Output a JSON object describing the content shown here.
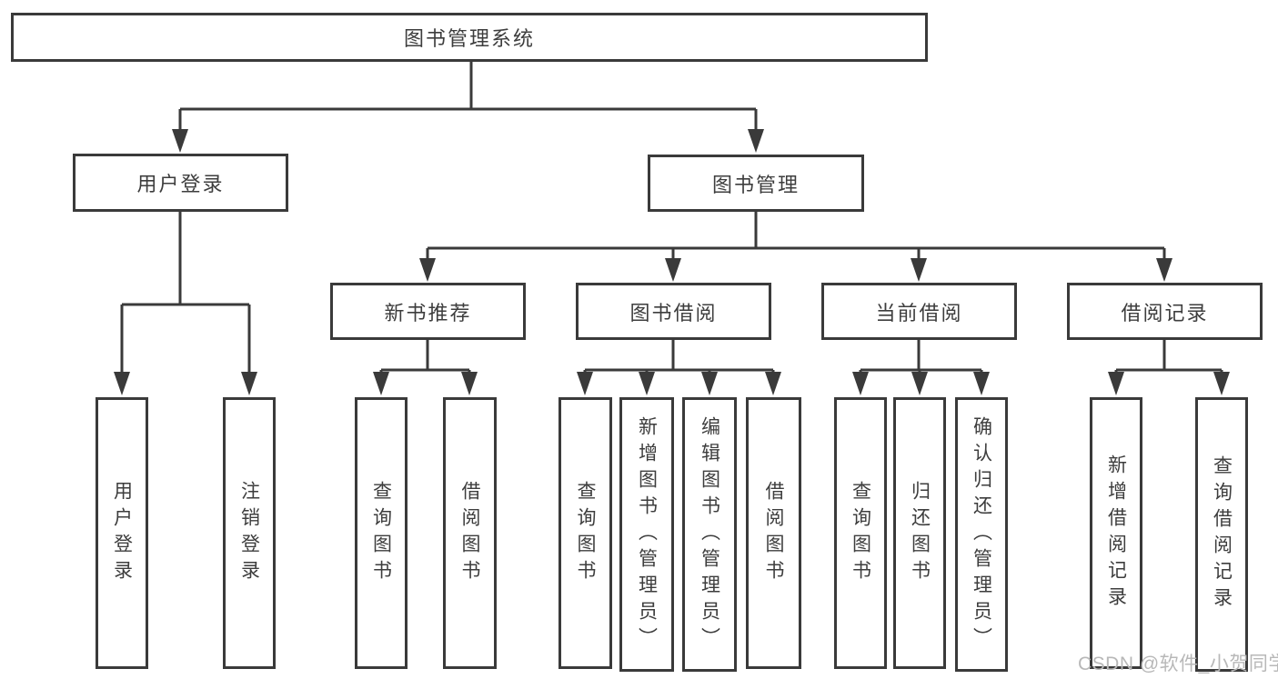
{
  "title": "图书管理系统",
  "colors": {
    "line": "#3a3a3a",
    "border": "#3a3a3a",
    "text": "#3d3d3d",
    "watermark": "#b8b8b8",
    "background": "#ffffff"
  },
  "nodes": {
    "root": "图书管理系统",
    "user_login": "用户登录",
    "book_management": "图书管理",
    "new_book_recommend": "新书推荐",
    "book_borrow": "图书借阅",
    "current_borrow": "当前借阅",
    "borrow_record": "借阅记录"
  },
  "leaves": {
    "user_login": [
      "用户登录",
      "注销登录"
    ],
    "new_book_recommend": [
      "查询图书",
      "借阅图书"
    ],
    "book_borrow": [
      "查询图书",
      "新增图书（管理员）",
      "编辑图书（管理员）",
      "借阅图书"
    ],
    "current_borrow": [
      "查询图书",
      "归还图书",
      "确认归还（管理员）"
    ],
    "borrow_record": [
      "新增借阅记录",
      "查询借阅记录"
    ]
  },
  "watermark": "CSDN @软件_小贺同学"
}
